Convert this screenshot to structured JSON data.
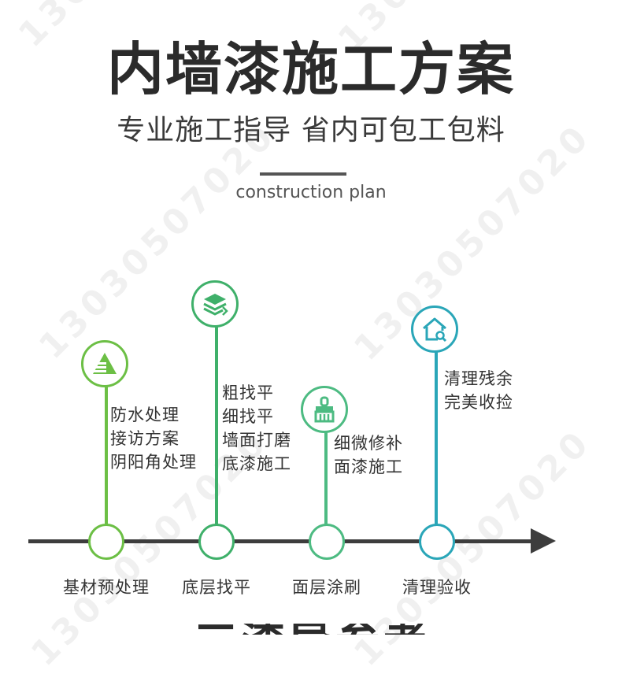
{
  "header": {
    "title": "内墙漆施工方案",
    "subtitle": "专业施工指导  省内可包工包料",
    "english_subtitle": "construction plan"
  },
  "watermark": {
    "text": "13030507020"
  },
  "colors": {
    "step1": "#6cbf45",
    "step2": "#3fb06a",
    "step3": "#4dbb82",
    "step4": "#2aa6b8",
    "axis": "#3d3d3d"
  },
  "steps": [
    {
      "label": "基材预处理",
      "icon": "layers-triangle-icon",
      "details": [
        "防水处理",
        "接访方案",
        "阴阳角处理"
      ]
    },
    {
      "label": "底层找平",
      "icon": "stack-layers-icon",
      "details": [
        "粗找平",
        "细找平",
        "墙面打磨",
        "底漆施工"
      ]
    },
    {
      "label": "面层涂刷",
      "icon": "paint-brush-icon",
      "details": [
        "细微修补",
        "面漆施工"
      ]
    },
    {
      "label": "清理验收",
      "icon": "house-search-icon",
      "details": [
        "清理残余",
        "完美收捡"
      ]
    }
  ],
  "next_section": {
    "title": "三漆导参考"
  }
}
